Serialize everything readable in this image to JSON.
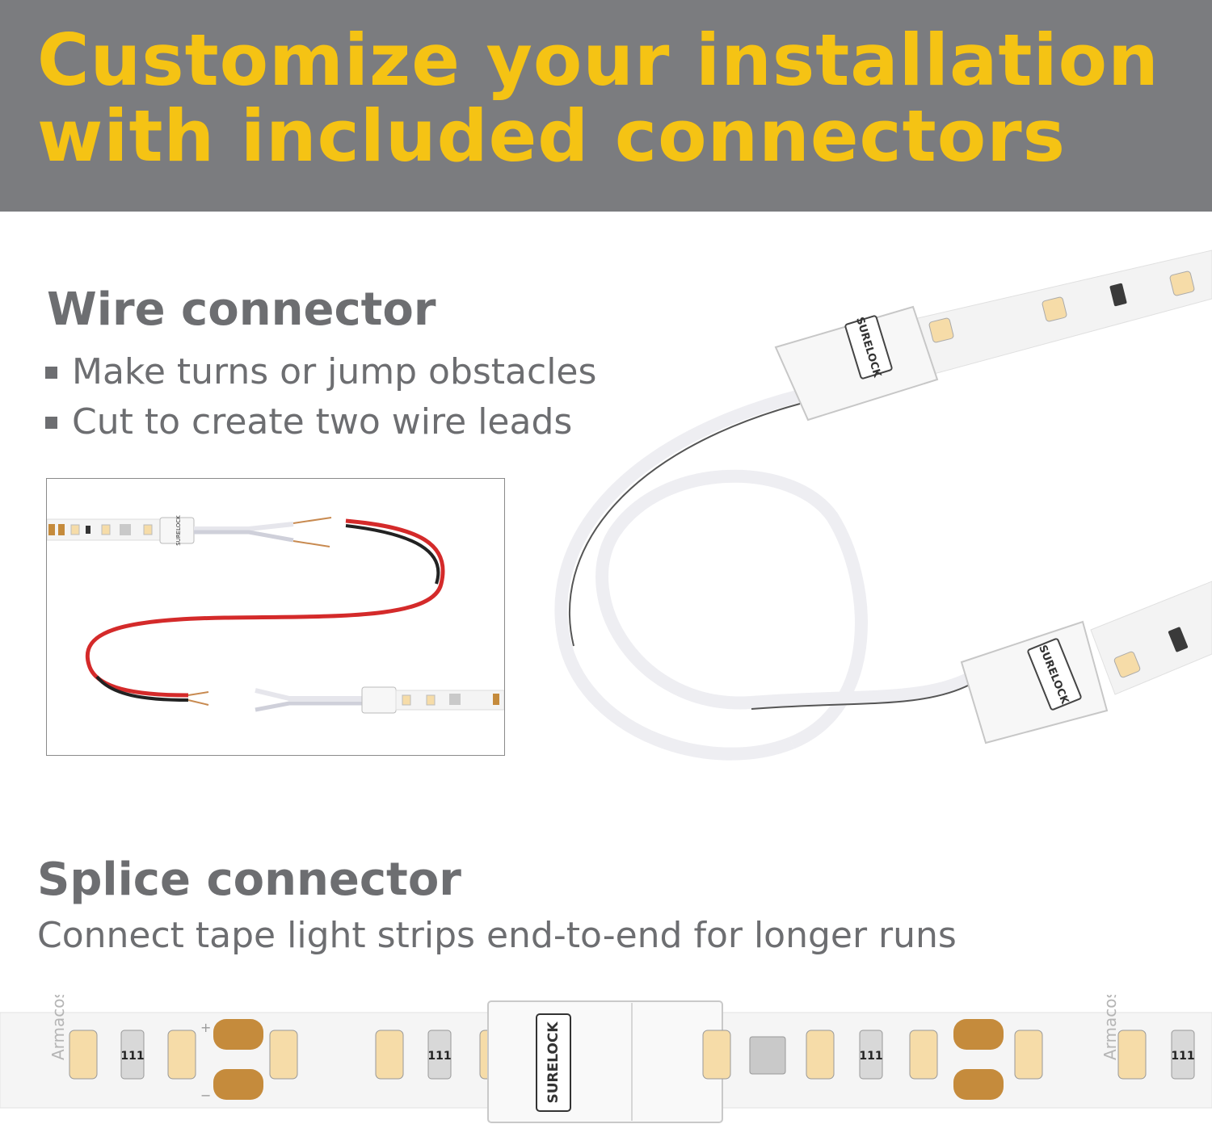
{
  "header": {
    "line1": "Customize your installation",
    "line2": "with included connectors"
  },
  "wire_section": {
    "title": "Wire connector",
    "bullets": [
      "Make turns or jump obstacles",
      "Cut to create two wire leads"
    ]
  },
  "splice_section": {
    "title": "Splice connector",
    "subtitle": "Connect tape light strips end-to-end for longer runs"
  },
  "product_text": {
    "connector_brand": "SURELOCK",
    "strip_brand": "Armacost",
    "resistor_code": "111",
    "plus": "+",
    "minus": "−"
  },
  "colors": {
    "banner": "#7b7c7f",
    "headline": "#f5c314",
    "body_text": "#6d6e71",
    "led": "#f6dca8",
    "pad": "#c58b3c",
    "red_wire": "#d42a2a"
  }
}
